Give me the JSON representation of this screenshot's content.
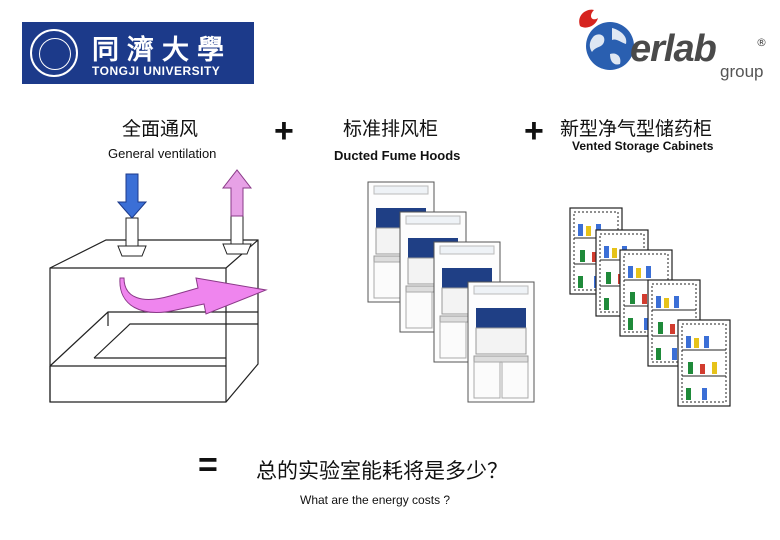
{
  "logos": {
    "tongji": {
      "chinese": "同濟大學",
      "english": "TONGJI UNIVERSITY"
    },
    "erlab": {
      "brand": "erlab",
      "group": "group",
      "registered": "®"
    }
  },
  "columns": [
    {
      "chinese": "全面通风",
      "english": "General ventilation"
    },
    {
      "chinese": "标准排风柜",
      "english": "Ducted Fume Hoods"
    },
    {
      "chinese": "新型净气型储药柜",
      "english": "Vented Storage Cabinets"
    }
  ],
  "operators": {
    "plus": "+",
    "equals": "="
  },
  "question": {
    "chinese": "总的实验室能耗将是多少？",
    "english": "What are the energy costs ?"
  },
  "colors": {
    "tongji_blue": "#1c3a8a",
    "supply_arrow": "#3b6fd6",
    "exhaust_arrow": "#e7a1e6",
    "airflow": "#ef85ee",
    "hood_blue": "#1f3f85",
    "cabinet_green": "#1f8a3a"
  }
}
